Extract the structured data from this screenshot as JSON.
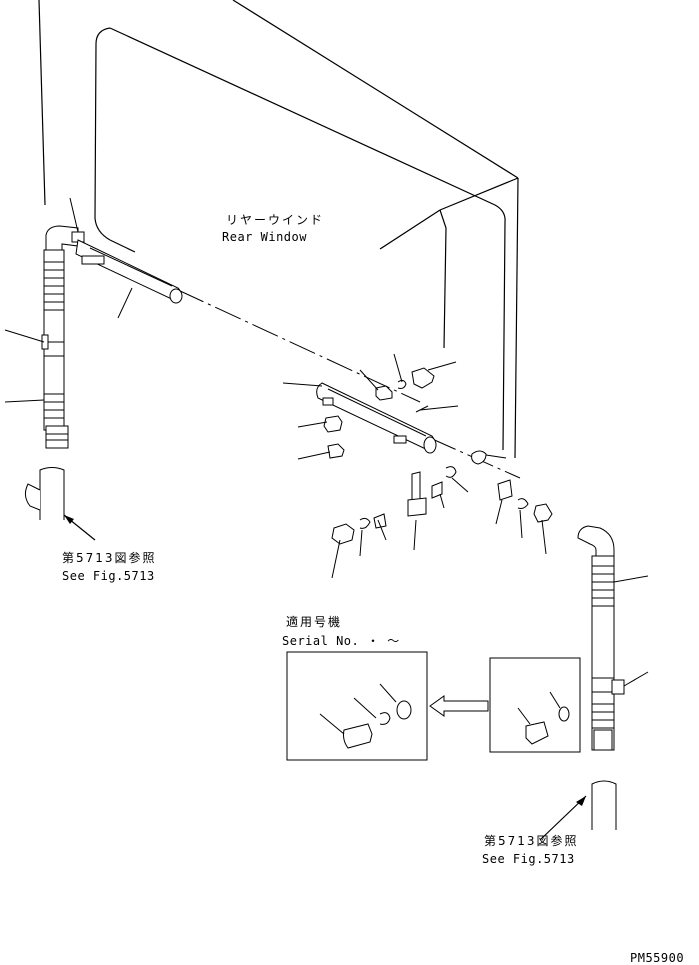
{
  "labels": {
    "rear_window_jp": "リヤーウインド",
    "rear_window_en": "Rear Window",
    "ref_left_jp": "第5713図参照",
    "ref_left_en": "See Fig.5713",
    "ref_right_jp": "第5713図参照",
    "ref_right_en": "See Fig.5713",
    "serial_jp": "適用号機",
    "serial_en": "Serial No.  ・ ～",
    "drawing_code": "PM55900"
  }
}
